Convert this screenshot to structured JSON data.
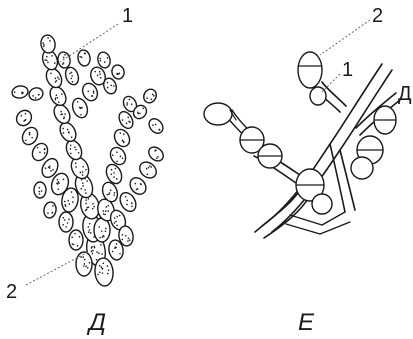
{
  "panel_left": {
    "label": "Д",
    "callouts": [
      "1",
      "2"
    ]
  },
  "panel_right": {
    "label": "Е",
    "callouts": [
      "2",
      "1",
      "Д"
    ]
  }
}
